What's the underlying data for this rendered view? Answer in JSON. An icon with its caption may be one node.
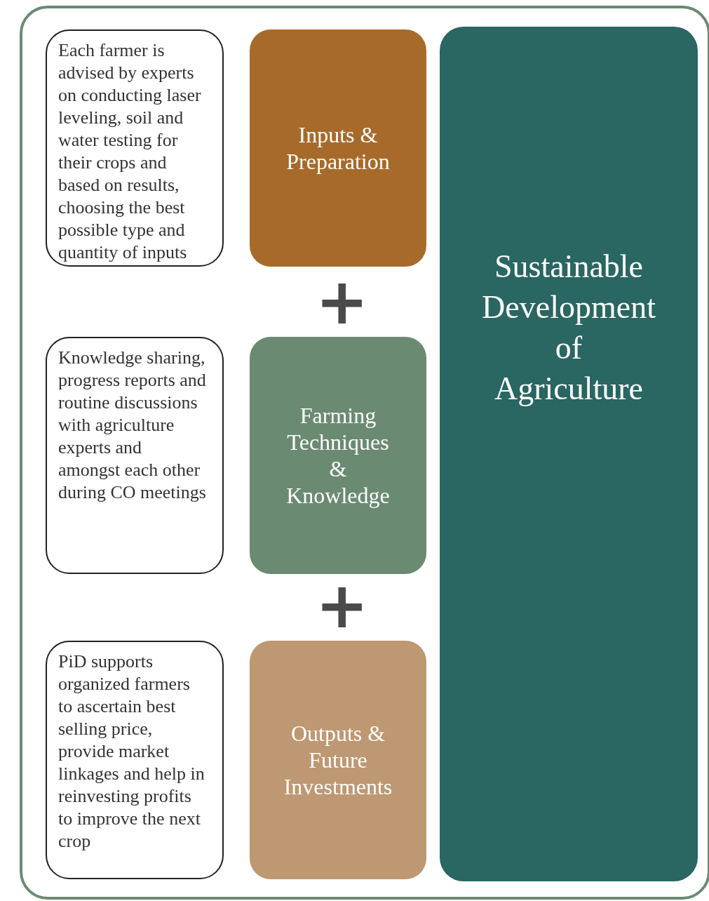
{
  "diagram": {
    "nodes": [
      {
        "text": [],
        "shape": "box"
      },
      {
        "text": [
          "Each farmer is advised by experts on conducting laser leveling, soil and water testing for their crops and based on results, choosing the best possible type and quantity of inputs"
        ],
        "in": 0
      },
      {
        "text": [
          "Inputs & Preparation"
        ],
        "in": 0
      },
      {
        "text": [
          "Knowledge sharing, progress reports and routine discussions with agriculture experts and amongst each other during CO meetings"
        ],
        "in": 0
      },
      {
        "text": [
          "Farming Techniques & Knowledge"
        ],
        "in": 0
      },
      {
        "text": [
          "PiD supports organized farmers to ascertain best selling price, provide market linkages and help in reinvesting profits to improve the next crop"
        ],
        "in": 0
      },
      {
        "text": [
          "Outputs & Future Investments"
        ],
        "in": 0
      },
      {
        "text": [
          "Sustainable Development of Agriculture"
        ],
        "in": 0
      }
    ],
    "labels": [
      "+",
      "+"
    ]
  }
}
